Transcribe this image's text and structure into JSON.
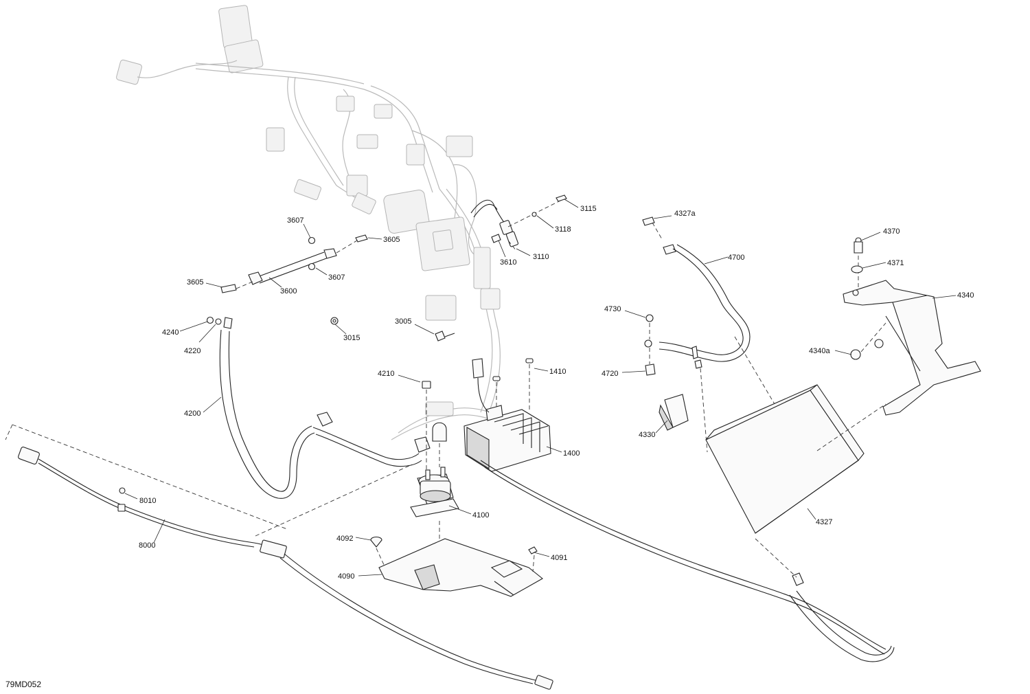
{
  "diagram": {
    "figure_code": "79MD052",
    "callouts": [
      {
        "id": "c-3115",
        "text": "3115"
      },
      {
        "id": "c-3118",
        "text": "3118"
      },
      {
        "id": "c-3610",
        "text": "3610"
      },
      {
        "id": "c-3110",
        "text": "3110"
      },
      {
        "id": "c-3607a",
        "text": "3607"
      },
      {
        "id": "c-3605a",
        "text": "3605"
      },
      {
        "id": "c-3605b",
        "text": "3605"
      },
      {
        "id": "c-3607b",
        "text": "3607"
      },
      {
        "id": "c-3600",
        "text": "3600"
      },
      {
        "id": "c-4240",
        "text": "4240"
      },
      {
        "id": "c-4220",
        "text": "4220"
      },
      {
        "id": "c-3015",
        "text": "3015"
      },
      {
        "id": "c-3005",
        "text": "3005"
      },
      {
        "id": "c-4327a",
        "text": "4327a"
      },
      {
        "id": "c-4700",
        "text": "4700"
      },
      {
        "id": "c-4370",
        "text": "4370"
      },
      {
        "id": "c-4371",
        "text": "4371"
      },
      {
        "id": "c-4340",
        "text": "4340"
      },
      {
        "id": "c-4730",
        "text": "4730"
      },
      {
        "id": "c-4340a",
        "text": "4340a"
      },
      {
        "id": "c-4720",
        "text": "4720"
      },
      {
        "id": "c-1410",
        "text": "1410"
      },
      {
        "id": "c-4210",
        "text": "4210"
      },
      {
        "id": "c-4200",
        "text": "4200"
      },
      {
        "id": "c-4330",
        "text": "4330"
      },
      {
        "id": "c-1400",
        "text": "1400"
      },
      {
        "id": "c-8010",
        "text": "8010"
      },
      {
        "id": "c-4100",
        "text": "4100"
      },
      {
        "id": "c-4327",
        "text": "4327"
      },
      {
        "id": "c-8000",
        "text": "8000"
      },
      {
        "id": "c-4092",
        "text": "4092"
      },
      {
        "id": "c-4091",
        "text": "4091"
      },
      {
        "id": "c-4090",
        "text": "4090"
      }
    ]
  }
}
